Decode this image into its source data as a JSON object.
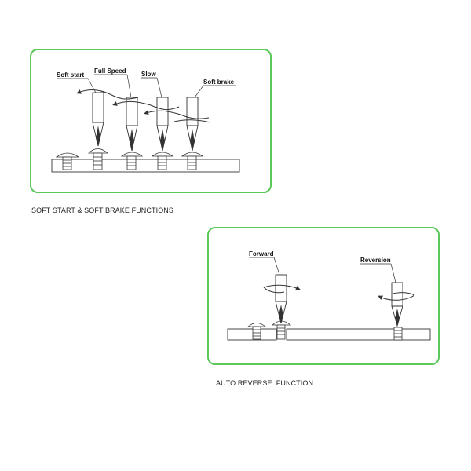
{
  "panel_1": {
    "labels": {
      "soft_start": "Soft start",
      "full_speed": "Full Speed",
      "slow": "Slow",
      "soft_brake": "Soft brake"
    },
    "caption": "SOFT START & SOFT BRAKE FUNCTIONS"
  },
  "panel_2": {
    "labels": {
      "forward": "Forward",
      "reversion": "Reversion"
    },
    "caption": "AUTO REVERSE  FUNCTION"
  },
  "colors": {
    "frame_border": "#5cc85a",
    "line": "#333333",
    "text": "#111111"
  },
  "icons": [
    "screwdriver-icon",
    "screw-icon",
    "rotation-arrow-icon"
  ]
}
